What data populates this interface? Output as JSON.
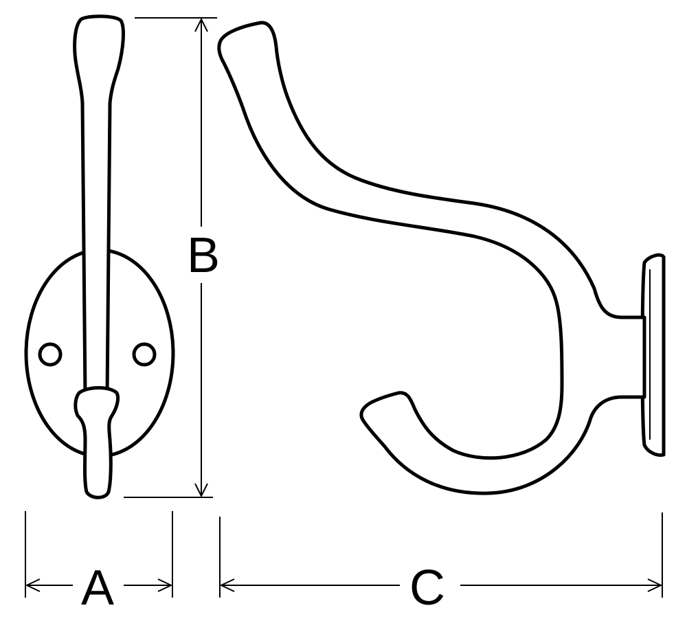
{
  "labels": {
    "width": "A",
    "height": "B",
    "projection": "C"
  },
  "colors": {
    "line": "#000000",
    "background": "#ffffff"
  }
}
